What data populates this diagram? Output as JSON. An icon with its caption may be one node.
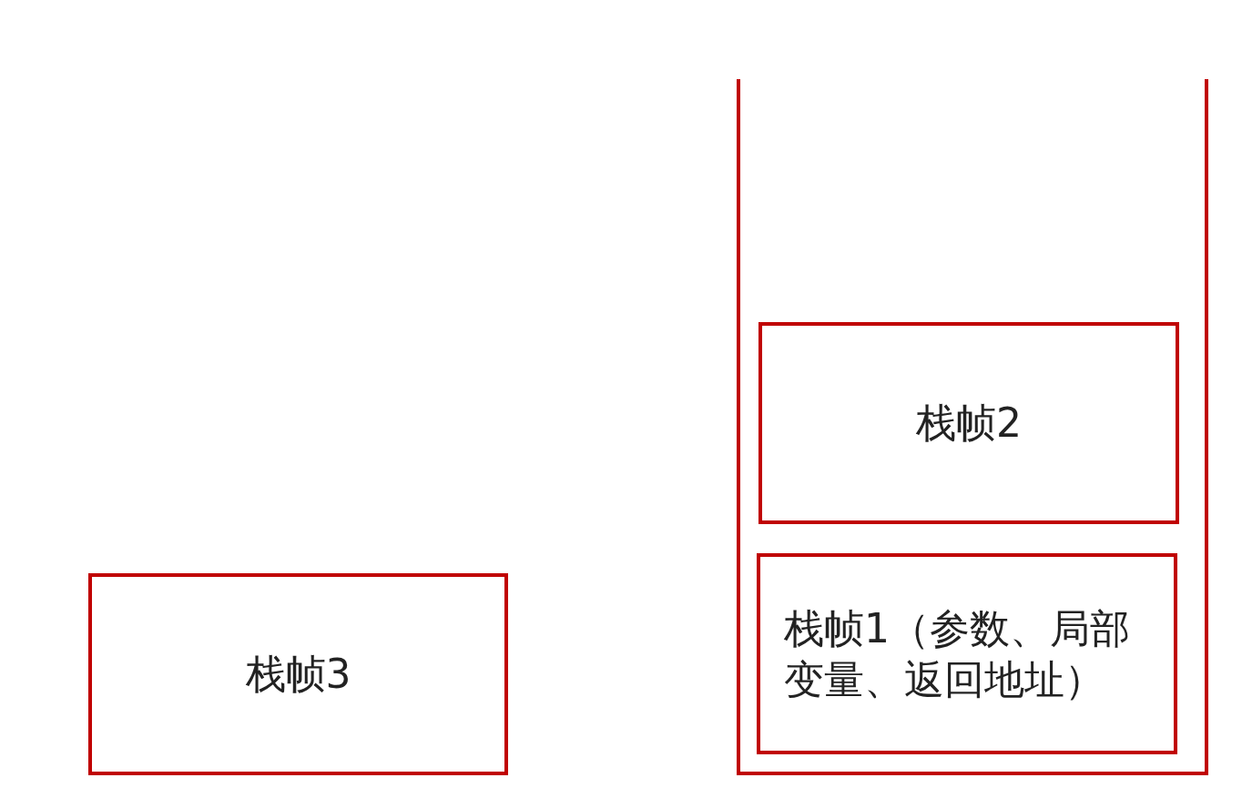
{
  "diagram": {
    "nodes": [
      {
        "text": [],
        "shape": "container"
      },
      {
        "text": [
          "栈帧2"
        ],
        "in": 0
      },
      {
        "text": [
          "栈帧1（参数、局部变量、返回地址）"
        ],
        "in": 0
      },
      {
        "text": [
          "栈帧3"
        ]
      }
    ]
  }
}
